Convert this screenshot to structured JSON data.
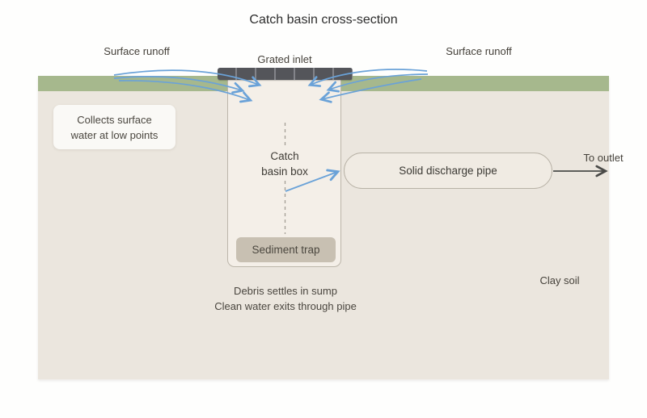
{
  "title": "Catch basin cross-section",
  "labels": {
    "surface_runoff_left": "Surface runoff",
    "surface_runoff_right": "Surface runoff",
    "grated_inlet": "Grated inlet",
    "to_outlet": "To outlet",
    "clay_soil": "Clay soil"
  },
  "info_box": {
    "line1": "Collects surface",
    "line2": "water at low points"
  },
  "basin_label": {
    "line1": "Catch",
    "line2": "basin box"
  },
  "sediment_trap": {
    "label": "Sediment trap"
  },
  "discharge_pipe": {
    "label": "Solid discharge pipe"
  },
  "notes": {
    "line1": "Debris settles in sump",
    "line2": "Clean water exits through pipe"
  },
  "colors": {
    "grass": "#a6b88d",
    "soil": "#ebe6de",
    "basin_fill": "#f4efe8",
    "sediment_trap_fill": "#c8c0b2",
    "grate": "#54555a",
    "water_arrow_blue": "#6aa2d8",
    "outlet_arrow_dark": "#4a4a48",
    "text": "#45413a"
  }
}
